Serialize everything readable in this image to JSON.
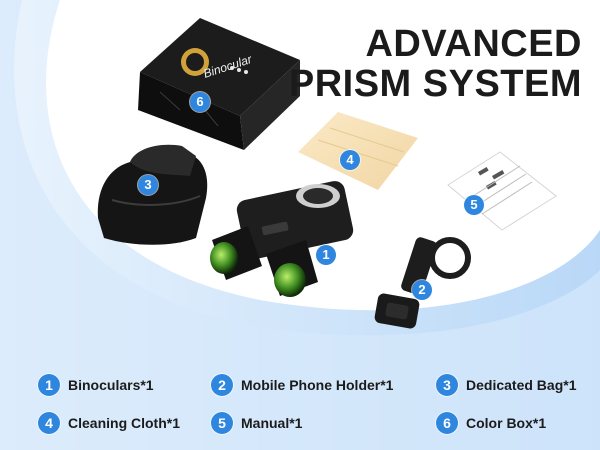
{
  "headline": {
    "line1": "ADVANCED",
    "line2": "PRISM SYSTEM"
  },
  "box_logo_text": "Binocular",
  "colors": {
    "accent": "#2f86de",
    "background_wave": "#cfe4fb",
    "text": "#1b1b1b"
  },
  "photo_markers": [
    "6",
    "4",
    "3",
    "5",
    "1",
    "2"
  ],
  "contents": [
    {
      "number": "1",
      "label": "Binoculars*1"
    },
    {
      "number": "2",
      "label": "Mobile Phone Holder*1"
    },
    {
      "number": "3",
      "label": "Dedicated Bag*1"
    },
    {
      "number": "4",
      "label": "Cleaning Cloth*1"
    },
    {
      "number": "5",
      "label": "Manual*1"
    },
    {
      "number": "6",
      "label": "Color Box*1"
    }
  ]
}
